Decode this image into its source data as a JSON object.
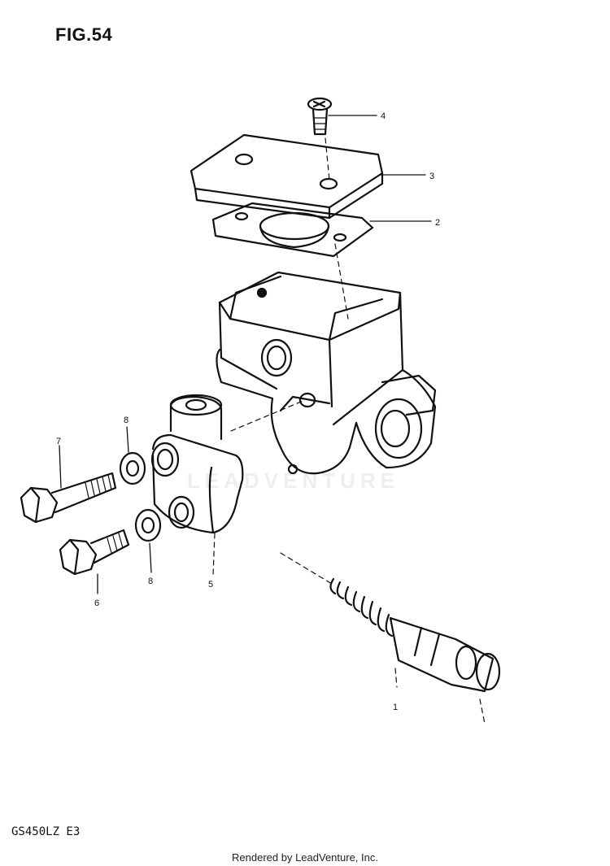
{
  "figure": {
    "title": "FIG.54",
    "model_code": "GS450LZ E3",
    "credit": "Rendered by LeadVenture, Inc.",
    "watermark": "LEADVENTURE"
  },
  "callouts": {
    "c1": "1",
    "c2": "2",
    "c3": "3",
    "c4": "4",
    "c5": "5",
    "c6": "6",
    "c7": "7",
    "c8a": "8",
    "c8b": "8"
  },
  "colors": {
    "ink": "#111111",
    "paper": "#ffffff"
  }
}
